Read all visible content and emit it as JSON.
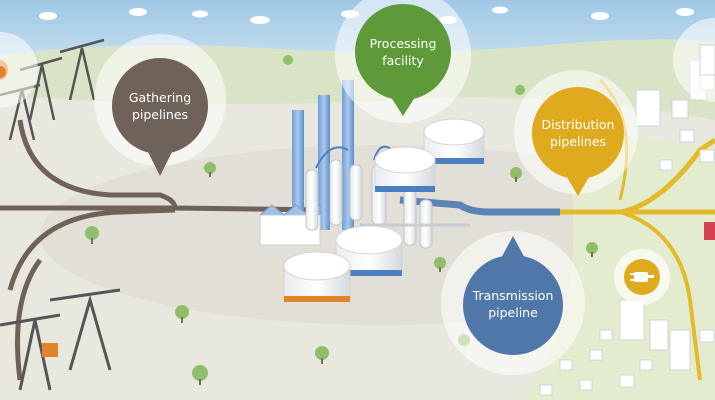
{
  "diagram": {
    "labels": {
      "gathering": "Gathering\npipelines",
      "processing": "Processing\nfacility",
      "distribution": "Distribution\npipelines",
      "transmission": "Transmission\npipeline"
    },
    "colors": {
      "sky": "#a9cfe8",
      "ground": "#e7e6dd",
      "grass": "#cfe0b2",
      "gathering_pipe": "#6f6258",
      "transmission_pipe": "#5b83b4",
      "distribution_pipe": "#e4b92b",
      "gathering_bubble": "#6f6258",
      "processing_bubble": "#5f9a3a",
      "distribution_bubble": "#e0aa1e",
      "transmission_bubble": "#4f77aa",
      "tank_band_blue": "#4b7fbf",
      "tank_band_orange": "#e0832a"
    },
    "icons": [
      "pumpjack-icon",
      "refinery-icon",
      "storage-tank-icon",
      "house-icon",
      "tree-icon",
      "electric-plug-icon",
      "cloud-icon"
    ]
  }
}
